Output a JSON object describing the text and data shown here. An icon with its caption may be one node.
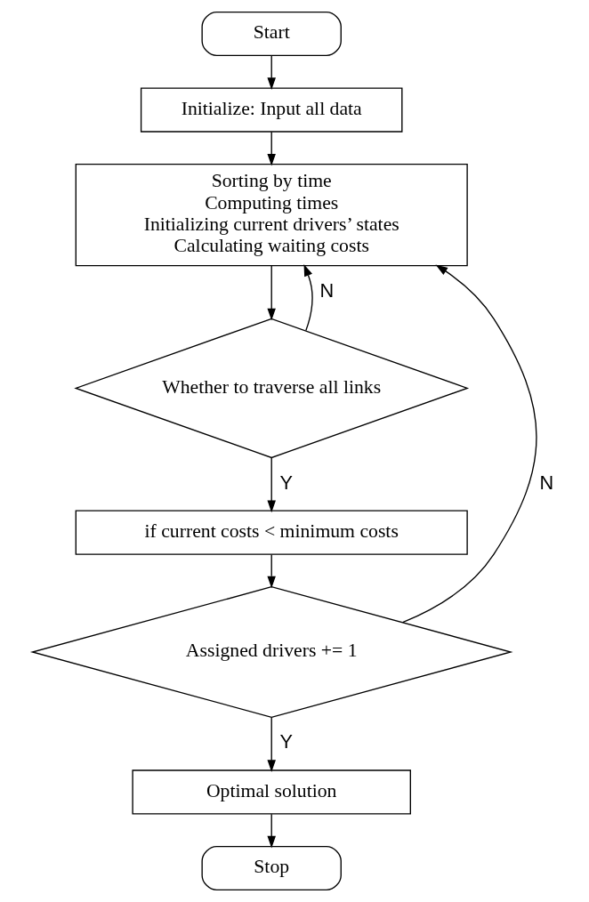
{
  "diagram": {
    "nodes": [
      {
        "text": [
          "Start"
        ]
      },
      {
        "text": [
          "Initialize: Input all data"
        ]
      },
      {
        "text": [
          "Sorting by time",
          "Computing times",
          "Initializing current drivers’ states",
          "Calculating waiting costs"
        ]
      },
      {
        "text": [
          "Whether to traverse all links"
        ]
      },
      {
        "text": [
          "if current costs < minimum costs"
        ]
      },
      {
        "text": [
          "Assigned drivers += 1"
        ]
      },
      {
        "text": [
          "Optimal solution"
        ]
      },
      {
        "text": [
          "Stop"
        ]
      }
    ],
    "edges": [
      {
        "from": 0,
        "to": 1,
        "arrow": "to"
      },
      {
        "from": 1,
        "to": 2,
        "arrow": "to"
      },
      {
        "from": 2,
        "to": 3,
        "arrow": "to"
      },
      {
        "from": 3,
        "to": 2,
        "arrow": "to",
        "label": "N"
      },
      {
        "from": 3,
        "to": 4,
        "arrow": "to",
        "label": "Y"
      },
      {
        "from": 4,
        "to": 5,
        "arrow": "to"
      },
      {
        "from": 5,
        "to": 2,
        "arrow": "to",
        "label": "N"
      },
      {
        "from": 5,
        "to": 6,
        "arrow": "to",
        "label": "Y"
      },
      {
        "from": 6,
        "to": 7,
        "arrow": "to"
      }
    ]
  }
}
